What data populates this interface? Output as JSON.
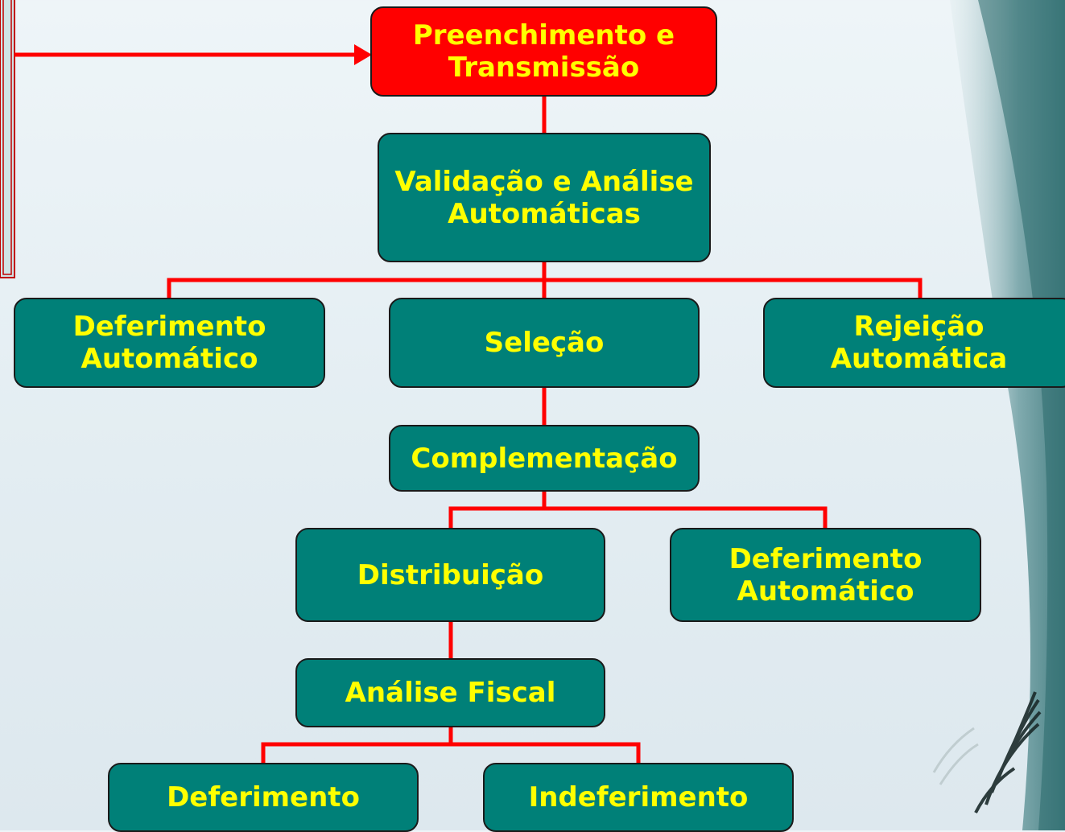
{
  "nodes": {
    "preenchimento": "Preenchimento e\nTransmissão",
    "validacao": "Validação e Análise\nAutomáticas",
    "deferimento_auto_1": "Deferimento\nAutomático",
    "selecao": "Seleção",
    "rejeicao": "Rejeição\nAutomática",
    "complementacao": "Complementação",
    "distribuicao": "Distribuição",
    "deferimento_auto_2": "Deferimento\nAutomático",
    "analise_fiscal": "Análise Fiscal",
    "deferimento": "Deferimento",
    "indeferimento": "Indeferimento"
  },
  "colors": {
    "node_fill": "#008078",
    "node_text": "#ffff00",
    "highlight_fill": "#ff0000",
    "connector": "#ff0000"
  }
}
